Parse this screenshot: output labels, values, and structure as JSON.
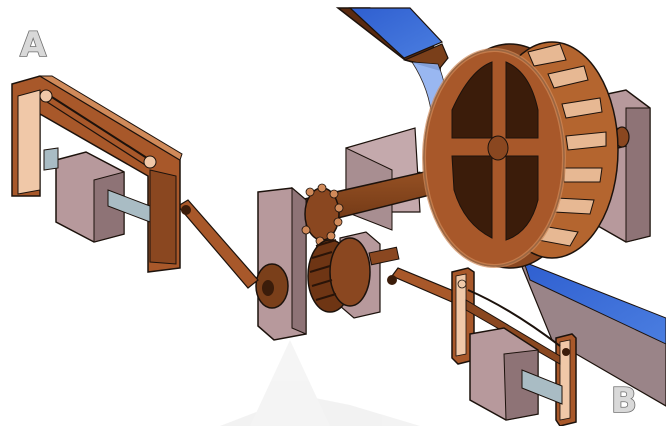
{
  "labels": {
    "panel_a": "A",
    "panel_b": "B"
  },
  "colors": {
    "wood_dark": "#7a3f1a",
    "wood_mid": "#a8582a",
    "wood_light": "#d08a5a",
    "wood_pale": "#f0c8a8",
    "stone": "#b7999c",
    "stone_dark": "#8e7376",
    "water": "#3e6fd6",
    "water_light": "#8fb0f0",
    "metal": "#a9bcc4",
    "outline": "#1c120c"
  },
  "icons": [
    "water-wheel",
    "gear",
    "crank",
    "saw-frame",
    "stone-block",
    "water-channel"
  ]
}
